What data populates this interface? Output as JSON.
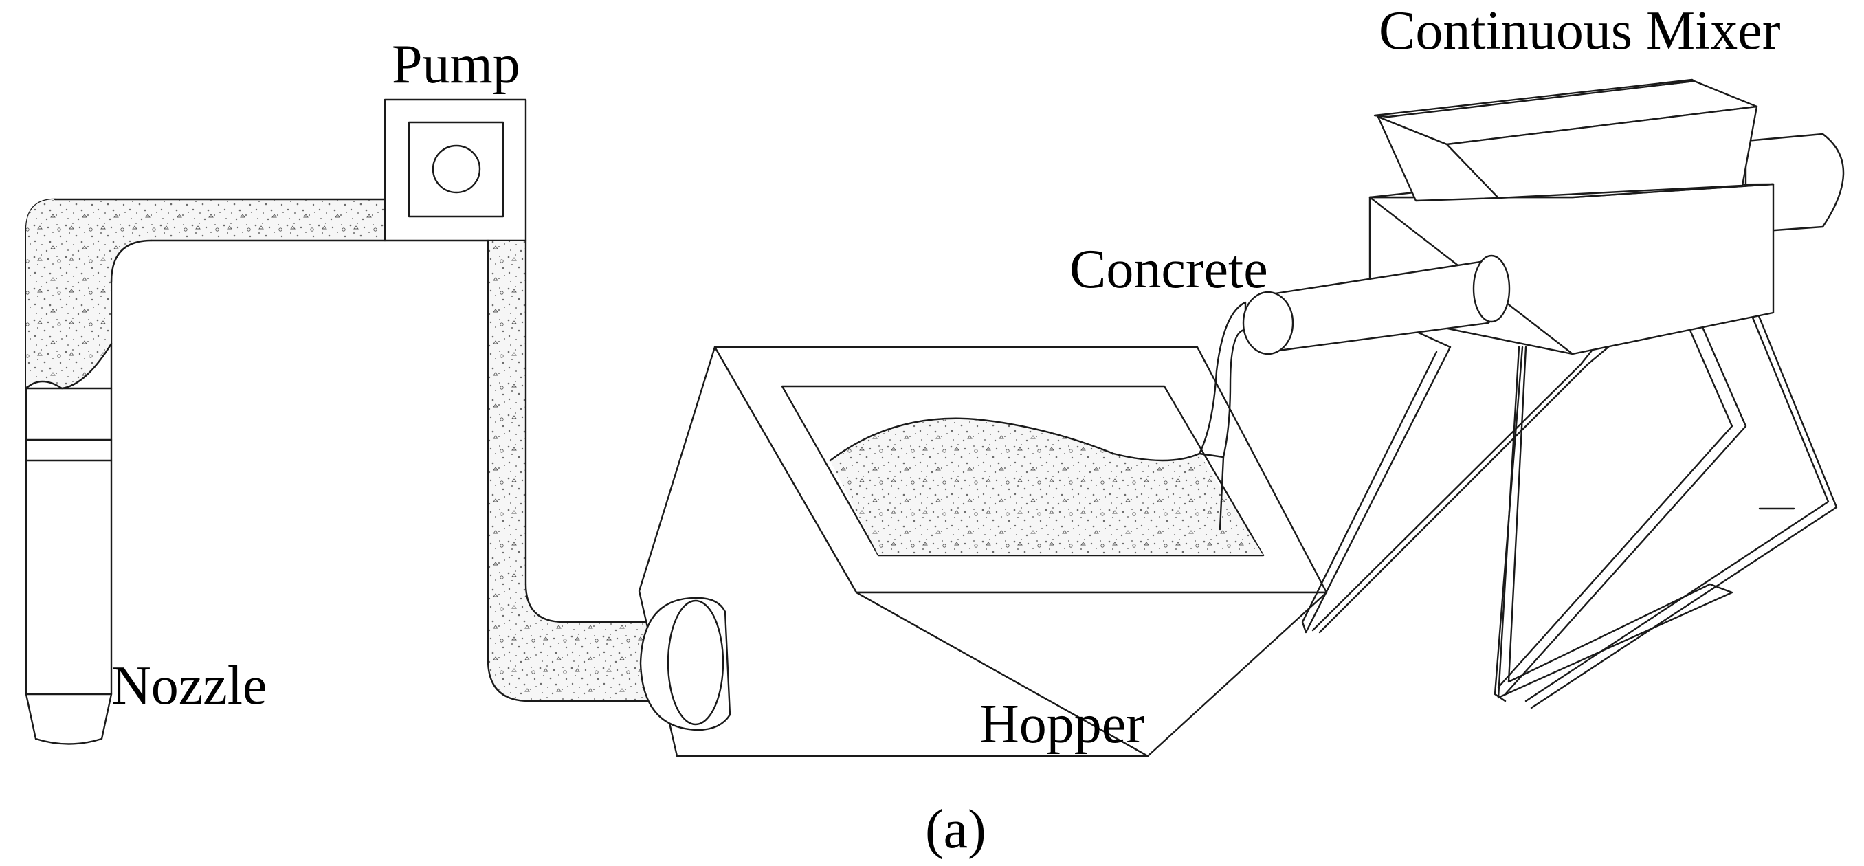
{
  "labels": {
    "pump": "Pump",
    "continuous_mixer": "Continuous Mixer",
    "concrete": "Concrete",
    "nozzle": "Nozzle",
    "hopper": "Hopper"
  },
  "caption": "(a)",
  "colors": {
    "line": "#1a1a1a",
    "concrete_fill": "#f6f6f6",
    "speckle": "#6a6a6a",
    "background": "#ffffff"
  }
}
